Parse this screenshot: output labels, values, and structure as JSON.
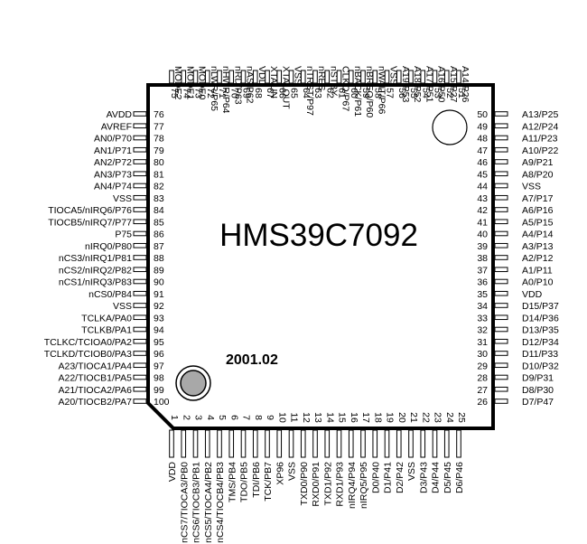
{
  "chip": {
    "part_name": "HMS39C7092",
    "date_code": "2001.02"
  },
  "pins": {
    "left": [
      {
        "num": "76",
        "label": "AVDD"
      },
      {
        "num": "77",
        "label": "AVREF"
      },
      {
        "num": "78",
        "label": "AN0/P70"
      },
      {
        "num": "79",
        "label": "AN1/P71"
      },
      {
        "num": "80",
        "label": "AN2/P72"
      },
      {
        "num": "81",
        "label": "AN3/P73"
      },
      {
        "num": "82",
        "label": "AN4/P74"
      },
      {
        "num": "83",
        "label": "VSS"
      },
      {
        "num": "84",
        "label": "TIOCA5/nIRQ6/P76"
      },
      {
        "num": "85",
        "label": "TIOCB5/nIRQ7/P77"
      },
      {
        "num": "86",
        "label": "P75"
      },
      {
        "num": "87",
        "label": "nIRQ0/P80"
      },
      {
        "num": "88",
        "label": "nCS3/nIRQ1/P81"
      },
      {
        "num": "89",
        "label": "nCS2/nIRQ2/P82"
      },
      {
        "num": "90",
        "label": "nCS1/nIRQ3/P83"
      },
      {
        "num": "91",
        "label": "nCS0/P84"
      },
      {
        "num": "92",
        "label": "VSS"
      },
      {
        "num": "93",
        "label": "TCLKA/PA0"
      },
      {
        "num": "94",
        "label": "TCLKB/PA1"
      },
      {
        "num": "95",
        "label": "TCLKC/TCIOA0/PA2"
      },
      {
        "num": "96",
        "label": "TCLKD/TCIOB0/PA3"
      },
      {
        "num": "97",
        "label": "A23/TIOCA1/PA4"
      },
      {
        "num": "98",
        "label": "A22/TIOCB1/PA5"
      },
      {
        "num": "99",
        "label": "A21/TIOCA2/PA6"
      },
      {
        "num": "100",
        "label": "A20/TIOCB2/PA7"
      }
    ],
    "right": [
      {
        "num": "50",
        "label": "A13/P25"
      },
      {
        "num": "49",
        "label": "A12/P24"
      },
      {
        "num": "48",
        "label": "A11/P23"
      },
      {
        "num": "47",
        "label": "A10/P22"
      },
      {
        "num": "46",
        "label": "A9/P21"
      },
      {
        "num": "45",
        "label": "A8/P20"
      },
      {
        "num": "44",
        "label": "VSS"
      },
      {
        "num": "43",
        "label": "A7/P17"
      },
      {
        "num": "42",
        "label": "A6/P16"
      },
      {
        "num": "41",
        "label": "A5/P15"
      },
      {
        "num": "40",
        "label": "A4/P14"
      },
      {
        "num": "39",
        "label": "A3/P13"
      },
      {
        "num": "38",
        "label": "A2/P12"
      },
      {
        "num": "37",
        "label": "A1/P11"
      },
      {
        "num": "36",
        "label": "A0/P10"
      },
      {
        "num": "35",
        "label": "VDD"
      },
      {
        "num": "34",
        "label": "D15/P37"
      },
      {
        "num": "33",
        "label": "D14/P36"
      },
      {
        "num": "32",
        "label": "D13/P35"
      },
      {
        "num": "31",
        "label": "D12/P34"
      },
      {
        "num": "30",
        "label": "D11/P33"
      },
      {
        "num": "29",
        "label": "D10/P32"
      },
      {
        "num": "28",
        "label": "D9/P31"
      },
      {
        "num": "27",
        "label": "D8/P30"
      },
      {
        "num": "26",
        "label": "D7/P47"
      }
    ],
    "top": [
      {
        "num": "75",
        "label": "MODE2"
      },
      {
        "num": "74",
        "label": "MODE1"
      },
      {
        "num": "73",
        "label": "MODE0"
      },
      {
        "num": "72",
        "label": "nLWR/P65"
      },
      {
        "num": "71",
        "label": "nHWR/P64"
      },
      {
        "num": "70",
        "label": "nRD/P63"
      },
      {
        "num": "69",
        "label": "nAS/P62"
      },
      {
        "num": "68",
        "label": "VDD"
      },
      {
        "num": "67",
        "label": "XTALIN"
      },
      {
        "num": "66",
        "label": "XTALOUT"
      },
      {
        "num": "65",
        "label": "VSS"
      },
      {
        "num": "64",
        "label": "nTRST/P97"
      },
      {
        "num": "63",
        "label": "nRES"
      },
      {
        "num": "62",
        "label": "nSTBY"
      },
      {
        "num": "61",
        "label": "CLKO/P67"
      },
      {
        "num": "60",
        "label": "nBACK/P61"
      },
      {
        "num": "59",
        "label": "nBREQ/P60"
      },
      {
        "num": "58",
        "label": "nWAIT/P66"
      },
      {
        "num": "57",
        "label": "VSS"
      },
      {
        "num": "56",
        "label": "A19/P53"
      },
      {
        "num": "55",
        "label": "A18/P52"
      },
      {
        "num": "54",
        "label": "A17/P51"
      },
      {
        "num": "53",
        "label": "A16/P50"
      },
      {
        "num": "52",
        "label": "A15/P27"
      },
      {
        "num": "51",
        "label": "A14/P26"
      }
    ],
    "bottom": [
      {
        "num": "1",
        "label": "VDD"
      },
      {
        "num": "2",
        "label": "nCS7/TIOCA3/PB0"
      },
      {
        "num": "3",
        "label": "nCS6/TIOCB3/PB1"
      },
      {
        "num": "4",
        "label": "nCS5/TIOCA4/PB2"
      },
      {
        "num": "5",
        "label": "nCS4/TIOCB4/PB3"
      },
      {
        "num": "6",
        "label": "TMS/PB4"
      },
      {
        "num": "7",
        "label": "TDO/PB5"
      },
      {
        "num": "8",
        "label": "TDI/PB6"
      },
      {
        "num": "9",
        "label": "TCK/PB7"
      },
      {
        "num": "10",
        "label": "XP96"
      },
      {
        "num": "11",
        "label": "VSS"
      },
      {
        "num": "12",
        "label": "TXD0/P90"
      },
      {
        "num": "13",
        "label": "RXD0/P91"
      },
      {
        "num": "14",
        "label": "TXD1/P92"
      },
      {
        "num": "15",
        "label": "RXD1/P93"
      },
      {
        "num": "16",
        "label": "nIRQ4/P94"
      },
      {
        "num": "17",
        "label": "nIRQ5/P95"
      },
      {
        "num": "18",
        "label": "D0/P40"
      },
      {
        "num": "19",
        "label": "D1/P41"
      },
      {
        "num": "20",
        "label": "D2/P42"
      },
      {
        "num": "21",
        "label": "VSS"
      },
      {
        "num": "22",
        "label": "D3/P43"
      },
      {
        "num": "23",
        "label": "D4/P44"
      },
      {
        "num": "24",
        "label": "D5/P45"
      },
      {
        "num": "25",
        "label": "D6/P46"
      }
    ]
  }
}
